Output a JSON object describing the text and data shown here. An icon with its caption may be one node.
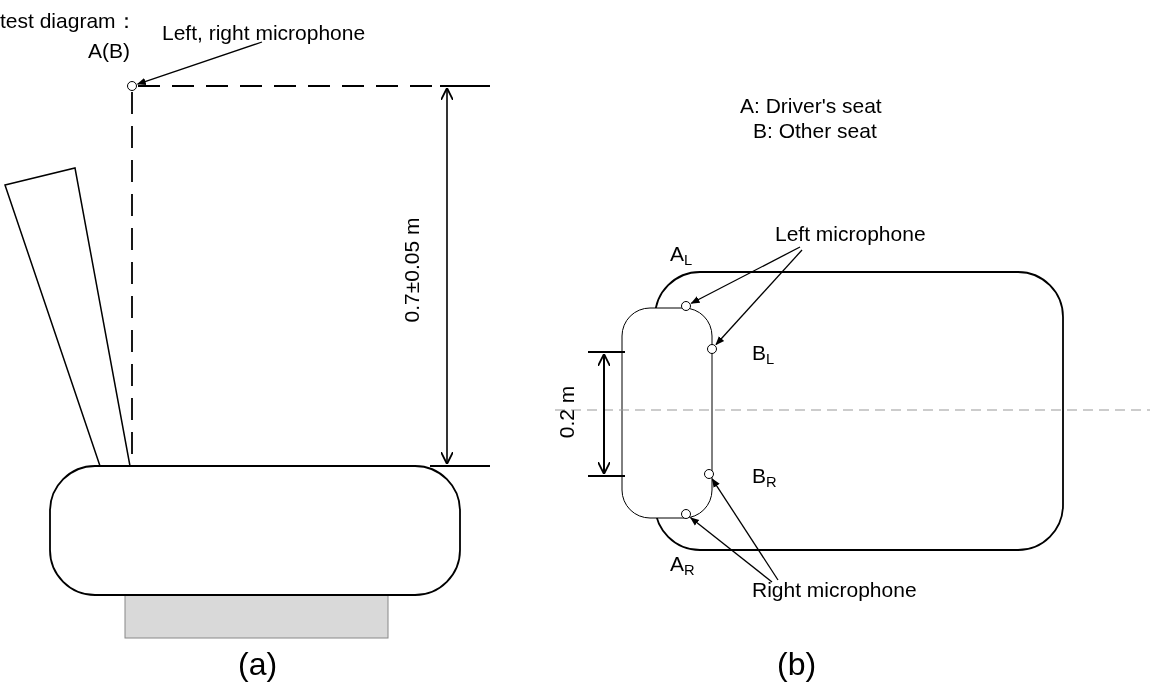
{
  "diagram": {
    "nodes": [
      {
        "text": [
          "Left, right microphone"
        ]
      },
      {
        "text": [],
        "shape": "circle",
        "beside": [
          "A(B)"
        ]
      },
      {
        "text": [
          "Left microphone"
        ]
      },
      {
        "text": [],
        "shape": "circle",
        "beside": [
          "A$_{L}$"
        ]
      },
      {
        "text": [],
        "shape": "circle",
        "beside": [
          "B$_{L}$"
        ]
      },
      {
        "text": [],
        "shape": "circle",
        "beside": [
          "B$_{R}$"
        ]
      },
      {
        "text": [],
        "shape": "circle",
        "beside": [
          "A$_{R}$"
        ]
      },
      {
        "text": [
          "Right microphone"
        ]
      }
    ],
    "edges": [
      {
        "from": 0,
        "to": 1,
        "arrow": "to"
      },
      {
        "from": 2,
        "to": 3,
        "arrow": "to"
      },
      {
        "from": 2,
        "to": 4,
        "arrow": "to"
      },
      {
        "from": 7,
        "to": 5,
        "arrow": "to"
      },
      {
        "from": 7,
        "to": 6,
        "arrow": "to"
      }
    ],
    "labels": [
      "test diagram：",
      "A: Driver's seat",
      "B: Other seat",
      "0.7±0.05 m",
      "0.2 m",
      "(a)",
      "(b)"
    ]
  }
}
